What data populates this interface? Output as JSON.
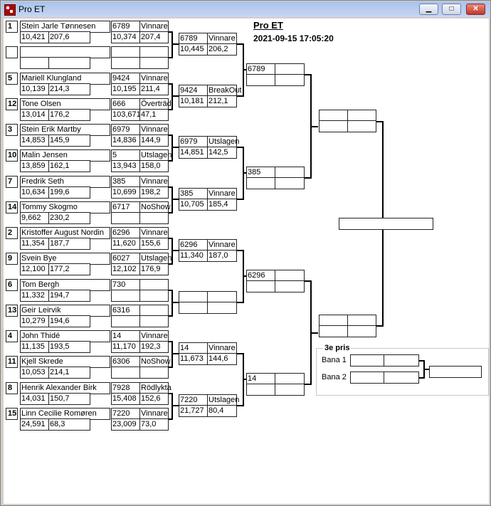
{
  "window": {
    "title": "Pro ET",
    "min_glyph": "▁",
    "max_glyph": "□",
    "close_glyph": "✕"
  },
  "header": {
    "title": "Pro ET",
    "timestamp": "2021-09-15 17:05:20"
  },
  "round1": [
    {
      "seed": "1",
      "name": "Stein Jarle Tønnesen",
      "time": "10,421",
      "speed": "207,6",
      "bib": "6789",
      "status": "Vinnare",
      "rtime": "10,374",
      "rspeed": "207,4"
    },
    {
      "seed": "",
      "name": "",
      "time": "",
      "speed": "",
      "bib": "",
      "status": "",
      "rtime": "",
      "rspeed": ""
    },
    {
      "seed": "5",
      "name": "Mariell Klungland",
      "time": "10,139",
      "speed": "214,3",
      "bib": "9424",
      "status": "Vinnare",
      "rtime": "10,195",
      "rspeed": "211,4"
    },
    {
      "seed": "12",
      "name": "Tone Olsen",
      "time": "13,014",
      "speed": "176,2",
      "bib": "666",
      "status": "Överträd",
      "rtime": "103,671",
      "rspeed": "47,1"
    },
    {
      "seed": "3",
      "name": "Stein Erik Martby",
      "time": "14,853",
      "speed": "145,9",
      "bib": "6979",
      "status": "Vinnare",
      "rtime": "14,836",
      "rspeed": "144,9"
    },
    {
      "seed": "10",
      "name": "Malin Jensen",
      "time": "13,859",
      "speed": "162,1",
      "bib": "5",
      "status": "Utslagen",
      "rtime": "13,943",
      "rspeed": "158,0"
    },
    {
      "seed": "7",
      "name": "Fredrik Seth",
      "time": "10,634",
      "speed": "199,6",
      "bib": "385",
      "status": "Vinnare",
      "rtime": "10,699",
      "rspeed": "198,2"
    },
    {
      "seed": "14",
      "name": "Tommy Skogmo",
      "time": "9,662",
      "speed": "230,2",
      "bib": "6717",
      "status": "NoShow",
      "rtime": "",
      "rspeed": ""
    },
    {
      "seed": "2",
      "name": "Kristoffer August Nordin",
      "time": "11,354",
      "speed": "187,7",
      "bib": "6296",
      "status": "Vinnare",
      "rtime": "11,620",
      "rspeed": "155,6"
    },
    {
      "seed": "9",
      "name": "Svein Bye",
      "time": "12,100",
      "speed": "177,2",
      "bib": "6027",
      "status": "Utslagen",
      "rtime": "12,102",
      "rspeed": "176,9"
    },
    {
      "seed": "6",
      "name": "Tom  Bergh",
      "time": "11,332",
      "speed": "194,7",
      "bib": "730",
      "status": "",
      "rtime": "",
      "rspeed": ""
    },
    {
      "seed": "13",
      "name": "Geir Leirvik",
      "time": "10,279",
      "speed": "194,6",
      "bib": "6316",
      "status": "",
      "rtime": "",
      "rspeed": ""
    },
    {
      "seed": "4",
      "name": "John Thidé",
      "time": "11,135",
      "speed": "193,5",
      "bib": "14",
      "status": "Vinnare",
      "rtime": "11,170",
      "rspeed": "192,3"
    },
    {
      "seed": "11",
      "name": "Kjell Skrede",
      "time": "10,053",
      "speed": "214,1",
      "bib": "6306",
      "status": "NoShow",
      "rtime": "",
      "rspeed": ""
    },
    {
      "seed": "8",
      "name": "Henrik Alexander Birk",
      "time": "14,031",
      "speed": "150,7",
      "bib": "7928",
      "status": "Rödlykta",
      "rtime": "15,408",
      "rspeed": "152,6"
    },
    {
      "seed": "15",
      "name": "Linn Cecilie  Romøren",
      "time": "24,591",
      "speed": "68,3",
      "bib": "7220",
      "status": "Vinnare",
      "rtime": "23,009",
      "rspeed": "73,0"
    }
  ],
  "round2": [
    {
      "bib": "6789",
      "status": "Vinnare",
      "time": "10,445",
      "speed": "206,2"
    },
    {
      "bib": "9424",
      "status": "BreakOut",
      "time": "10,181",
      "speed": "212,1"
    },
    {
      "bib": "6979",
      "status": "Utslagen",
      "time": "14,851",
      "speed": "142,5"
    },
    {
      "bib": "385",
      "status": "Vinnare",
      "time": "10,705",
      "speed": "185,4"
    },
    {
      "bib": "6296",
      "status": "Vinnare",
      "time": "11,340",
      "speed": "187,0"
    },
    {
      "bib": "",
      "status": "",
      "time": "",
      "speed": ""
    },
    {
      "bib": "14",
      "status": "Vinnare",
      "time": "11,673",
      "speed": "144,6"
    },
    {
      "bib": "7220",
      "status": "Utslagen",
      "time": "21,727",
      "speed": "80,4"
    }
  ],
  "round3": [
    {
      "bib": "6789"
    },
    {
      "bib": "385"
    },
    {
      "bib": "6296"
    },
    {
      "bib": "14"
    }
  ],
  "third_place": {
    "title": "3e pris",
    "lane1": "Bana 1",
    "lane2": "Bana 2"
  }
}
